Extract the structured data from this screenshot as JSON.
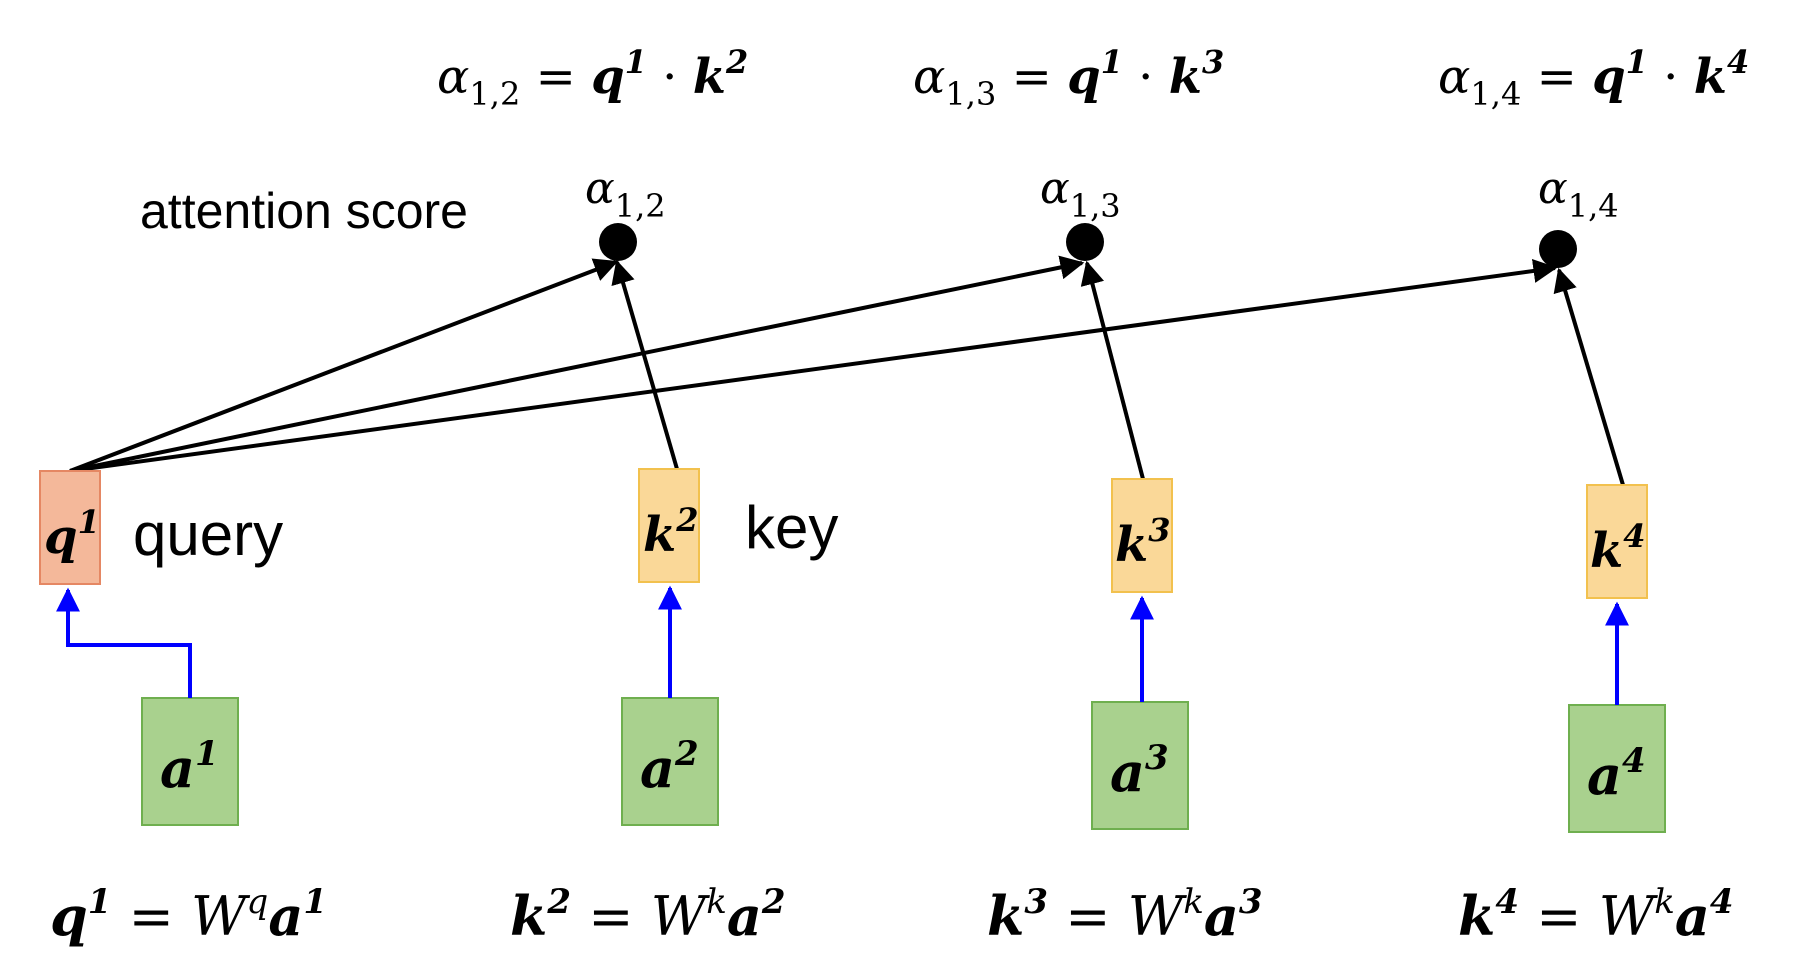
{
  "labels": {
    "attention_score": "attention score",
    "query": "query",
    "key": "key"
  },
  "symbols": {
    "alpha": "α",
    "q": "q",
    "k": "k",
    "a": "a",
    "W": "W",
    "eq": "=",
    "dot": "·"
  },
  "formulas": {
    "top": [
      {
        "sub": "1,2",
        "q_sup": "1",
        "k_sup": "2"
      },
      {
        "sub": "1,3",
        "q_sup": "1",
        "k_sup": "3"
      },
      {
        "sub": "1,4",
        "q_sup": "1",
        "k_sup": "4"
      }
    ],
    "bottom": [
      {
        "lhs": "q",
        "lhs_sup": "1",
        "w_sup": "q",
        "a_sup": "1"
      },
      {
        "lhs": "k",
        "lhs_sup": "2",
        "w_sup": "k",
        "a_sup": "2"
      },
      {
        "lhs": "k",
        "lhs_sup": "3",
        "w_sup": "k",
        "a_sup": "3"
      },
      {
        "lhs": "k",
        "lhs_sup": "4",
        "w_sup": "k",
        "a_sup": "4"
      }
    ]
  },
  "score_nodes": [
    {
      "sub": "1,2"
    },
    {
      "sub": "1,3"
    },
    {
      "sub": "1,4"
    }
  ],
  "boxes": {
    "query": {
      "sym": "q",
      "sup": "1"
    },
    "keys": [
      {
        "sym": "k",
        "sup": "2"
      },
      {
        "sym": "k",
        "sup": "3"
      },
      {
        "sym": "k",
        "sup": "4"
      }
    ],
    "inputs": [
      {
        "sym": "a",
        "sup": "1"
      },
      {
        "sym": "a",
        "sup": "2"
      },
      {
        "sym": "a",
        "sup": "3"
      },
      {
        "sym": "a",
        "sup": "4"
      }
    ]
  },
  "colors": {
    "query_fill": "#F4B89A",
    "query_stroke": "#E58763",
    "key_fill": "#FAD898",
    "key_stroke": "#F2C14E",
    "input_fill": "#A9D18E",
    "input_stroke": "#6FAF4F",
    "arrow_black": "#000000",
    "arrow_blue": "#0000FF"
  }
}
